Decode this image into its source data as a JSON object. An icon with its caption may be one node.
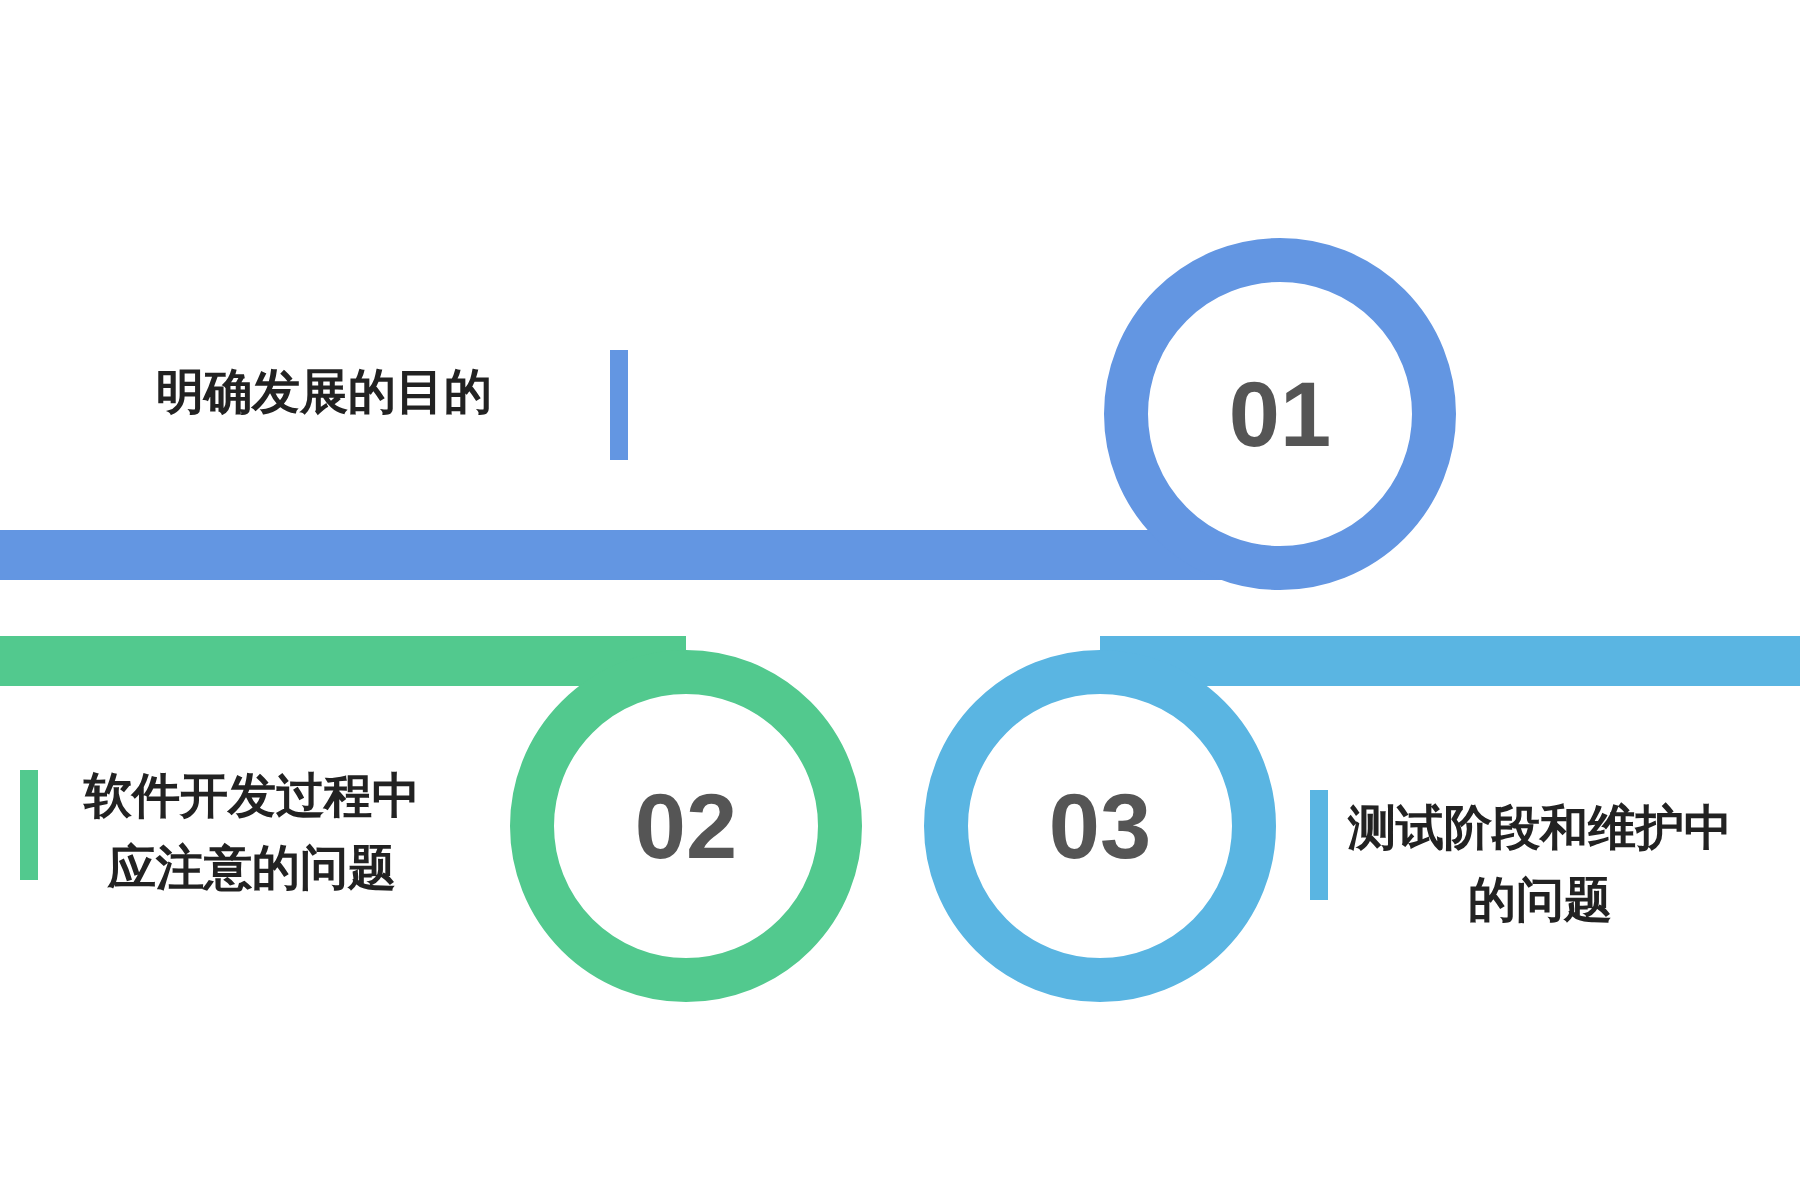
{
  "diagram": {
    "nodes": [
      {
        "text": [
          "01"
        ]
      },
      {
        "text": [
          "02"
        ]
      },
      {
        "text": [
          "03"
        ]
      }
    ],
    "edges": [],
    "labels": [
      "明确发展的目的",
      "软件开发过程中应注意的问题",
      "测试阶段和维护中的问题"
    ]
  }
}
